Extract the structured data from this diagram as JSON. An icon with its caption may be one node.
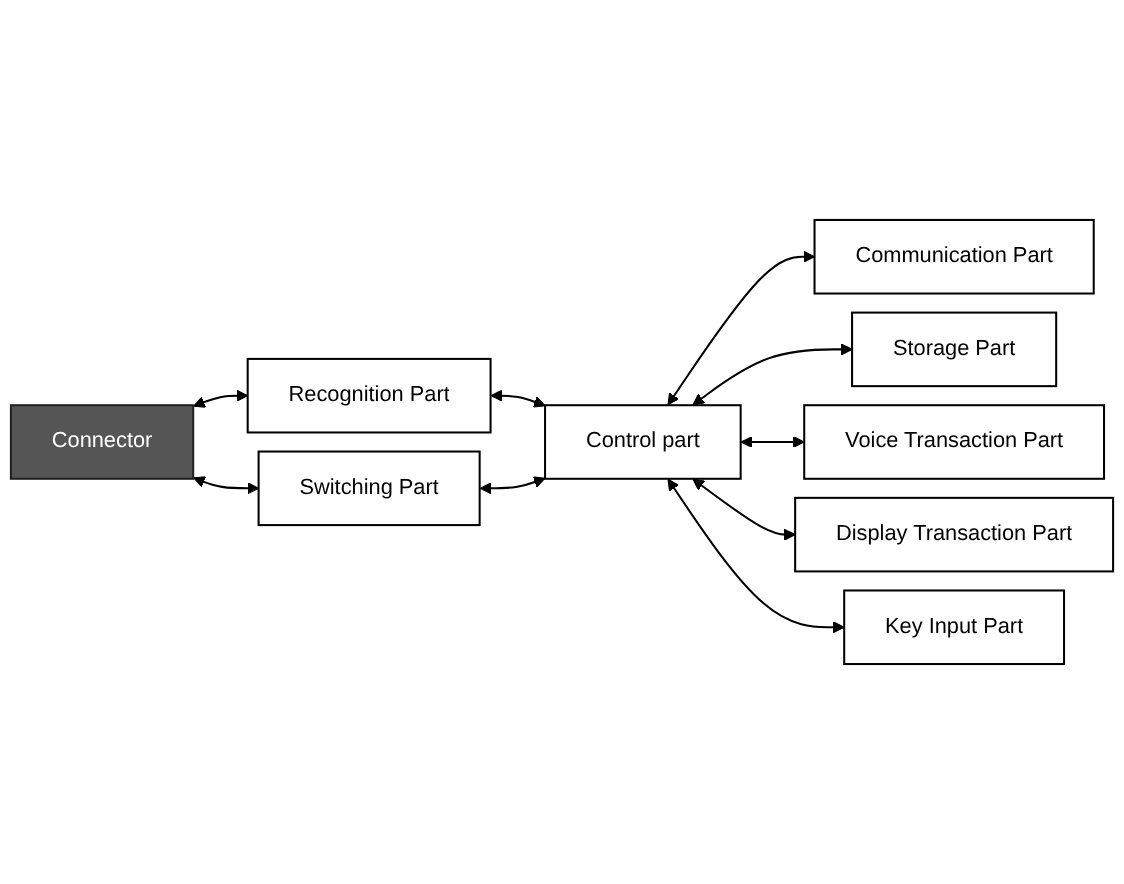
{
  "diagram": {
    "nodes": [
      {
        "text": [
          "Connector"
        ]
      },
      {
        "text": [
          "Recognition Part"
        ]
      },
      {
        "text": [
          "Switching Part"
        ]
      },
      {
        "text": [
          "Control part"
        ]
      },
      {
        "text": [
          "Communication Part"
        ]
      },
      {
        "text": [
          "Storage Part"
        ]
      },
      {
        "text": [
          "Voice Transaction Part"
        ]
      },
      {
        "text": [
          "Display Transaction Part"
        ]
      },
      {
        "text": [
          "Key Input Part"
        ]
      }
    ],
    "edges": [
      {
        "from": 0,
        "to": 1,
        "arrow": "both"
      },
      {
        "from": 1,
        "to": 3,
        "arrow": "both"
      },
      {
        "from": 0,
        "to": 2,
        "arrow": "both"
      },
      {
        "from": 2,
        "to": 3,
        "arrow": "both"
      },
      {
        "from": 3,
        "to": 4,
        "arrow": "both"
      },
      {
        "from": 3,
        "to": 5,
        "arrow": "both"
      },
      {
        "from": 3,
        "to": 6,
        "arrow": "both"
      },
      {
        "from": 3,
        "to": 7,
        "arrow": "both"
      },
      {
        "from": 3,
        "to": 8,
        "arrow": "both"
      }
    ]
  }
}
